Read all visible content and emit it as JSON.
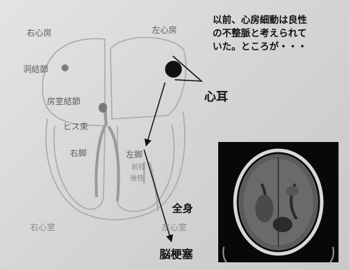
{
  "heart_labels": {
    "right_atrium": "右心房",
    "left_atrium": "左心房",
    "sinus_node": "洞結節",
    "av_node": "房室結節",
    "his_bundle": "ヒス束",
    "right_bundle": "右脚",
    "left_bundle": "左脚",
    "anterior_branch": "前枝",
    "posterior_branch": "後枝",
    "right_ventricle": "右心室",
    "left_ventricle": "左心室"
  },
  "description": {
    "line1": "以前、心房細動は良性",
    "line2": "の不整脈と考えられて",
    "line3": "いた。ところが・・・"
  },
  "annotations": {
    "atrial_appendage": "心耳",
    "whole_body": "全身",
    "cerebral_infarction": "脳梗塞"
  }
}
